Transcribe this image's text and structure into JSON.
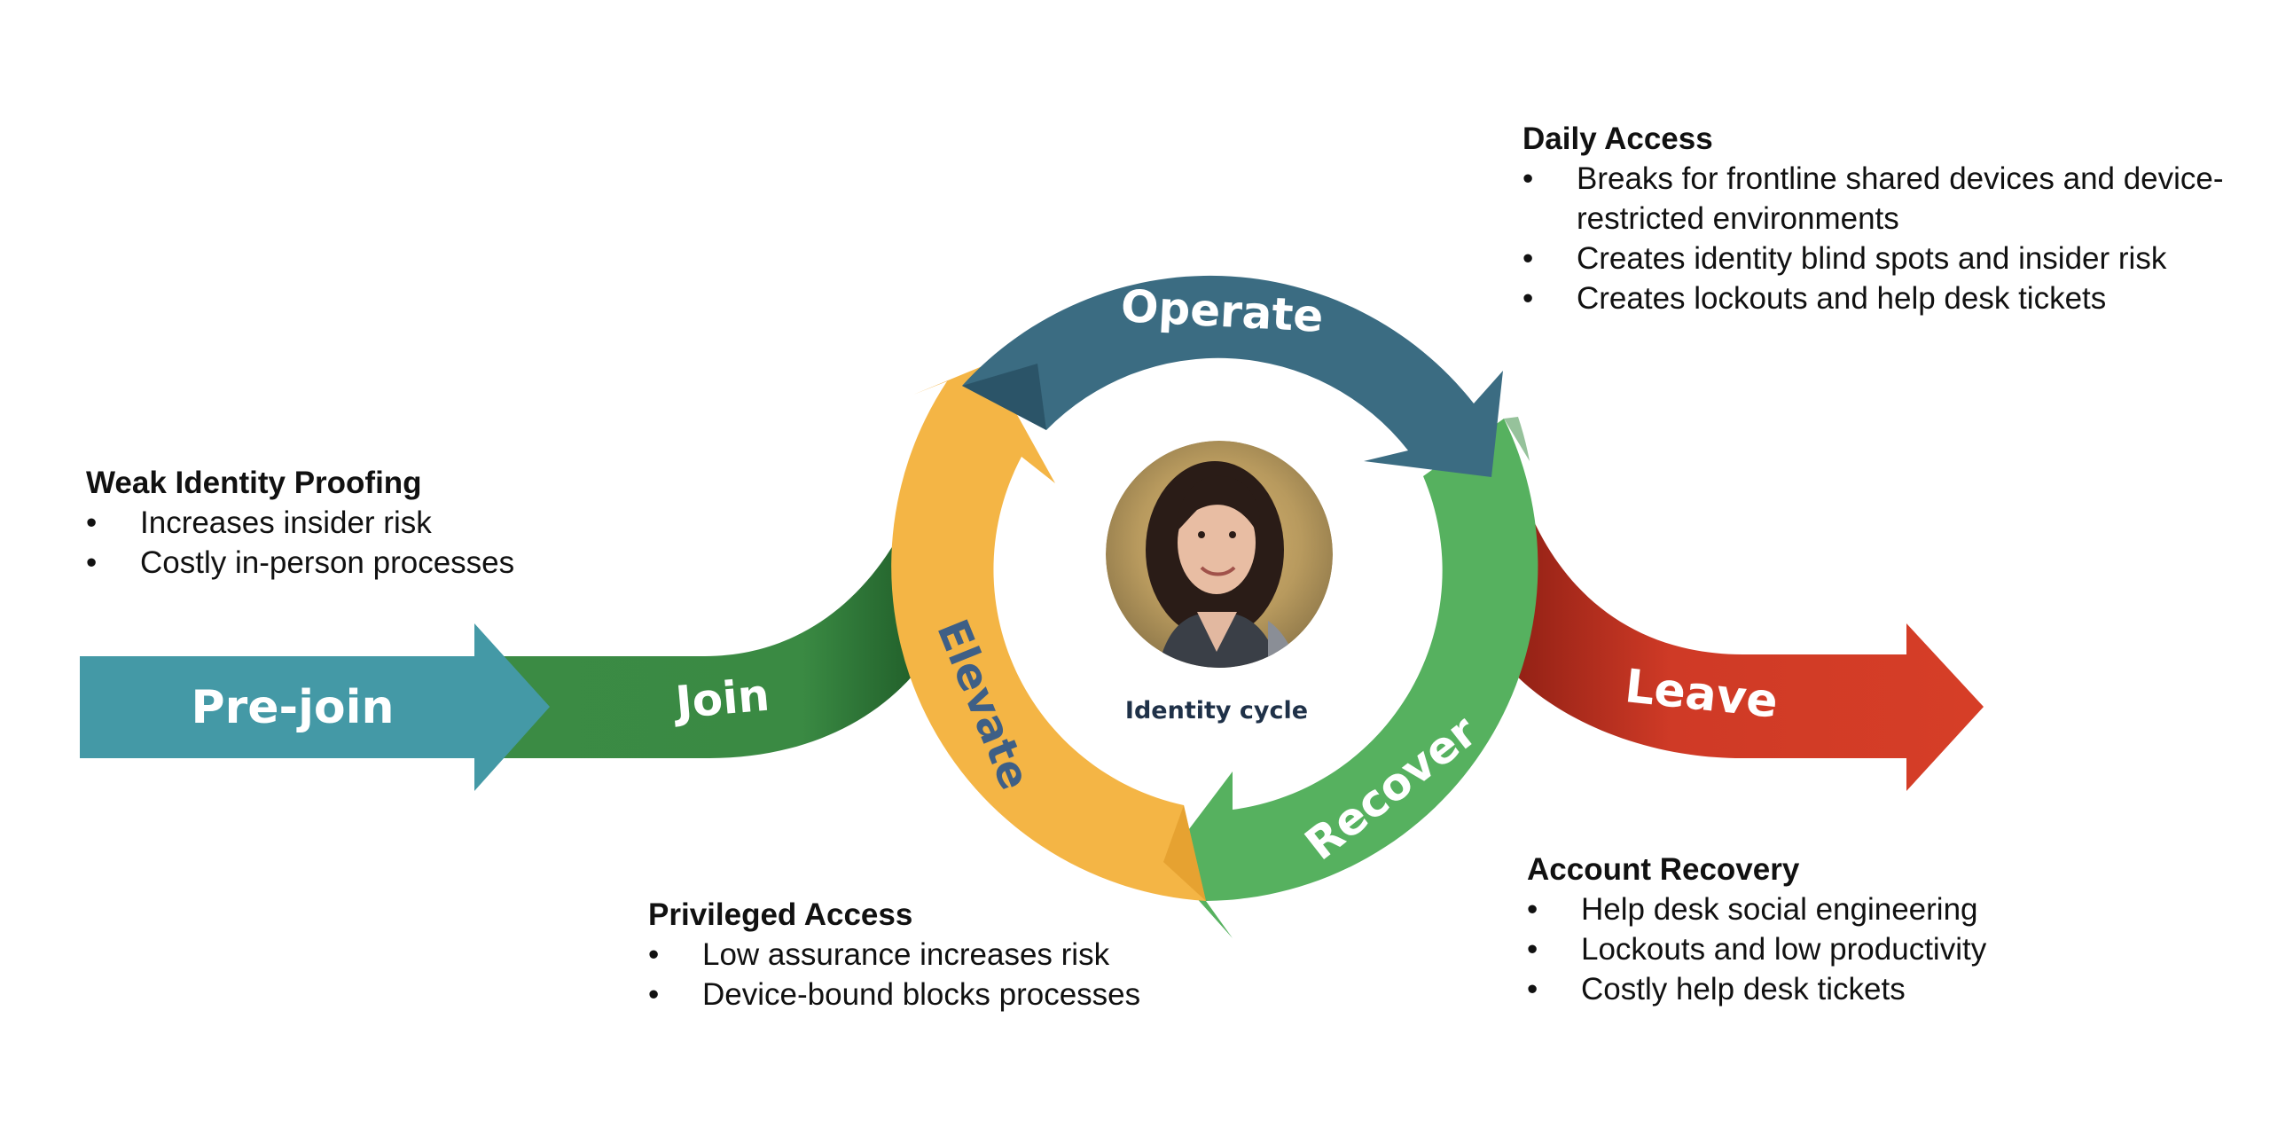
{
  "stages": {
    "prejoin": "Pre-join",
    "join": "Join",
    "operate": "Operate",
    "elevate": "Elevate",
    "recover": "Recover",
    "leave": "Leave"
  },
  "center": {
    "avatar_icon": "person-portrait",
    "caption": "Identity cycle"
  },
  "notes": {
    "daily": {
      "title": "Daily Access",
      "items": [
        "Breaks for frontline shared devices and device-restricted environments",
        "Creates identity blind spots and insider risk",
        "Creates lockouts and help desk tickets"
      ]
    },
    "proofing": {
      "title": "Weak Identity Proofing",
      "items": [
        "Increases insider risk",
        "Costly in-person processes"
      ]
    },
    "privileged": {
      "title": "Privileged Access",
      "items": [
        "Low assurance increases risk",
        "Device-bound blocks processes"
      ]
    },
    "recovery": {
      "title": "Account Recovery",
      "items": [
        "Help desk social engineering",
        "Lockouts and low productivity",
        "Costly help desk tickets"
      ]
    }
  },
  "colors": {
    "prejoin": "#4499a6",
    "join": "#3a8a43",
    "operate": "#3b6c82",
    "elevate": "#f4b545",
    "recover": "#56b15f",
    "leave": "#d33d27"
  }
}
